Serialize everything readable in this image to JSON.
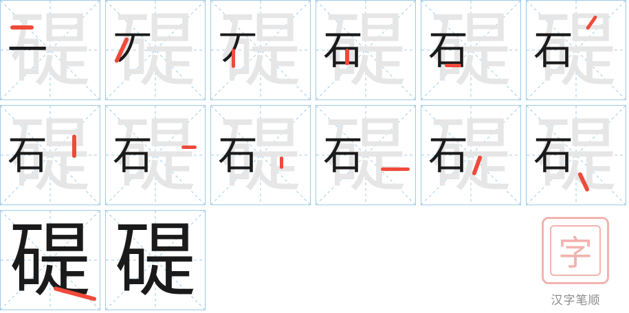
{
  "character": "碮",
  "stroke_count": 14,
  "steps": [
    {
      "step": 1,
      "partial": "一"
    },
    {
      "step": 2,
      "partial": "丆"
    },
    {
      "step": 3,
      "partial": "丆"
    },
    {
      "step": 4,
      "partial": "石"
    },
    {
      "step": 5,
      "partial": "石"
    },
    {
      "step": 6,
      "partial": "石"
    },
    {
      "step": 7,
      "partial": "石"
    },
    {
      "step": 8,
      "partial": "石"
    },
    {
      "step": 9,
      "partial": "石"
    },
    {
      "step": 10,
      "partial": "石"
    },
    {
      "step": 11,
      "partial": "石"
    },
    {
      "step": 12,
      "partial": "石"
    },
    {
      "step": 13,
      "partial": "碮"
    },
    {
      "step": 14,
      "partial": "碮"
    }
  ],
  "colors": {
    "grid_border": "#9ec9e6",
    "guide_line": "#9ec9e6",
    "ghost_character": "#e6e6e6",
    "ink": "#1a1a1a",
    "current_stroke": "#f04a3a",
    "stamp": "#f2b3ad"
  },
  "watermark": {
    "stamp_glyph": "字",
    "caption": "汉字笔顺"
  }
}
